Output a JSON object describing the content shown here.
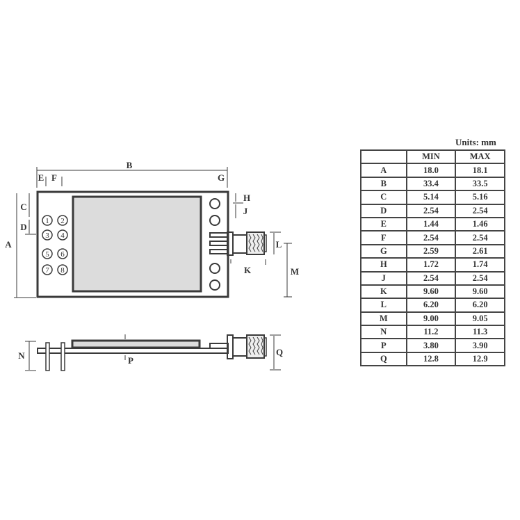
{
  "units_label": "Units: mm",
  "table": {
    "headers": [
      "",
      "MIN",
      "MAX"
    ],
    "rows": [
      {
        "dim": "A",
        "min": "18.0",
        "max": "18.1"
      },
      {
        "dim": "B",
        "min": "33.4",
        "max": "33.5"
      },
      {
        "dim": "C",
        "min": "5.14",
        "max": "5.16"
      },
      {
        "dim": "D",
        "min": "2.54",
        "max": "2.54"
      },
      {
        "dim": "E",
        "min": "1.44",
        "max": "1.46"
      },
      {
        "dim": "F",
        "min": "2.54",
        "max": "2.54"
      },
      {
        "dim": "G",
        "min": "2.59",
        "max": "2.61"
      },
      {
        "dim": "H",
        "min": "1.72",
        "max": "1.74"
      },
      {
        "dim": "J",
        "min": "2.54",
        "max": "2.54"
      },
      {
        "dim": "K",
        "min": "9.60",
        "max": "9.60"
      },
      {
        "dim": "L",
        "min": "6.20",
        "max": "6.20"
      },
      {
        "dim": "M",
        "min": "9.00",
        "max": "9.05"
      },
      {
        "dim": "N",
        "min": "11.2",
        "max": "11.3"
      },
      {
        "dim": "P",
        "min": "3.80",
        "max": "3.90"
      },
      {
        "dim": "Q",
        "min": "12.8",
        "max": "12.9"
      }
    ]
  },
  "drawing": {
    "top_view_labels": {
      "A": "A",
      "B": "B",
      "C": "C",
      "D": "D",
      "E": "E",
      "F": "F",
      "G": "G",
      "H": "H",
      "J": "J",
      "K": "K",
      "L": "L",
      "M": "M"
    },
    "side_view_labels": {
      "N": "N",
      "P": "P",
      "Q": "Q"
    },
    "pins": [
      "1",
      "2",
      "3",
      "4",
      "5",
      "6",
      "7",
      "8"
    ],
    "colors": {
      "line": "#3a3a3a",
      "screen_fill": "#dcdcdc",
      "board_fill": "#ffffff"
    }
  }
}
